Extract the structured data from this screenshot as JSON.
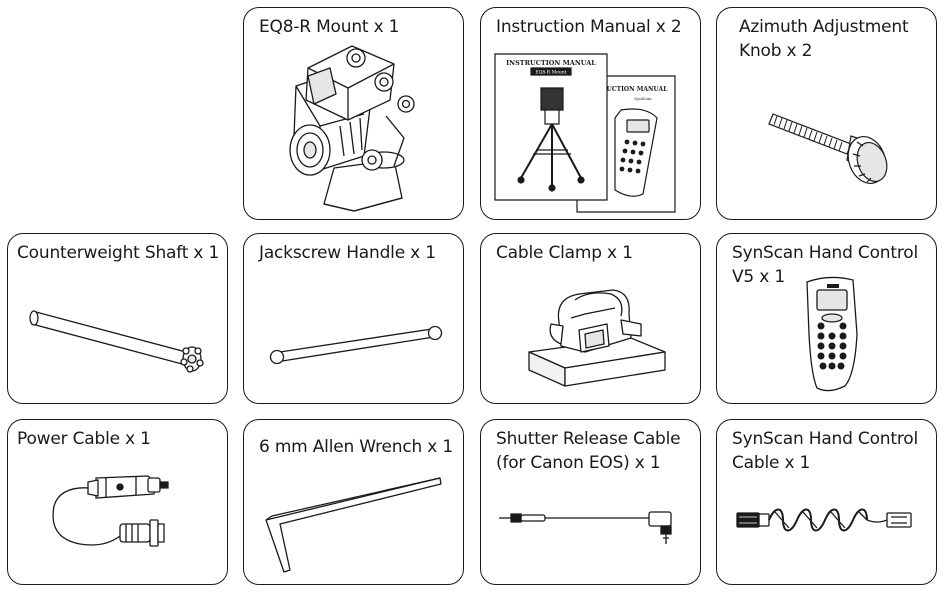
{
  "items": [
    {
      "id": "mount",
      "lines": [
        "EQ8-R Mount x 1"
      ],
      "icon": "mount-icon"
    },
    {
      "id": "manual",
      "lines": [
        "Instruction Manual x 2"
      ],
      "icon": "manual-icon",
      "manual_front_title": "INSTRUCTION MANUAL",
      "manual_front_sub": "EQ8-R Mount",
      "manual_back_title": "INSTRUCTION MANUAL",
      "manual_back_sub": "SynScan"
    },
    {
      "id": "azimuth-knob",
      "lines": [
        "Azimuth Adjustment",
        "Knob x 2"
      ],
      "icon": "knob-icon"
    },
    {
      "id": "counterweight-shaft",
      "lines": [
        "Counterweight Shaft x 1"
      ],
      "icon": "shaft-icon"
    },
    {
      "id": "jackscrew-handle",
      "lines": [
        "Jackscrew Handle x 1"
      ],
      "icon": "handle-icon"
    },
    {
      "id": "cable-clamp",
      "lines": [
        "Cable Clamp x 1"
      ],
      "icon": "clamp-icon"
    },
    {
      "id": "hand-control",
      "lines": [
        "SynScan Hand Control",
        "V5 x 1"
      ],
      "icon": "hand-control-icon"
    },
    {
      "id": "power-cable",
      "lines": [
        "Power Cable x 1"
      ],
      "icon": "power-cable-icon"
    },
    {
      "id": "allen-wrench",
      "lines": [
        "6 mm Allen Wrench x 1"
      ],
      "icon": "allen-wrench-icon"
    },
    {
      "id": "shutter-cable",
      "lines": [
        "Shutter Release Cable",
        "(for Canon EOS) x 1"
      ],
      "icon": "shutter-cable-icon"
    },
    {
      "id": "hand-control-cable",
      "lines": [
        "SynScan Hand Control",
        "Cable x 1"
      ],
      "icon": "coiled-cable-icon"
    }
  ],
  "colors": {
    "stroke": "#1a1a1a",
    "fill": "#ffffff",
    "shade": "#e6e6e6",
    "dark": "#333333"
  }
}
